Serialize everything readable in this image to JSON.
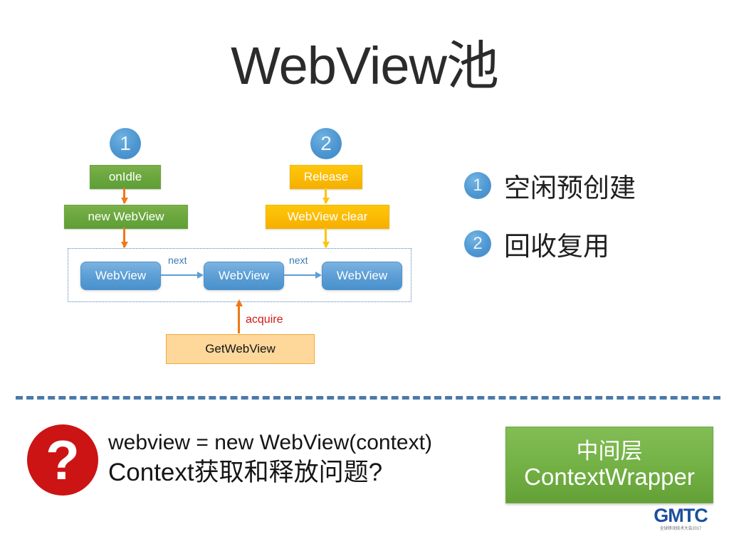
{
  "slide": {
    "title": "WebView池"
  },
  "diagram": {
    "steps": [
      {
        "number": "1",
        "boxes": [
          "onIdle",
          "new WebView"
        ]
      },
      {
        "number": "2",
        "boxes": [
          "Release",
          "WebView clear"
        ]
      }
    ],
    "step1_circle": "1",
    "step2_circle": "2",
    "box_onidle": "onIdle",
    "box_new_webview": "new WebView",
    "box_release": "Release",
    "box_webview_clear": "WebView clear",
    "pool_nodes": [
      "WebView",
      "WebView",
      "WebView"
    ],
    "next_label_1": "next",
    "next_label_2": "next",
    "acquire_label": "acquire",
    "box_getwebview": "GetWebView"
  },
  "legend": {
    "items": [
      {
        "number": "1",
        "label": "空闲预创建"
      },
      {
        "number": "2",
        "label": "回收复用"
      }
    ]
  },
  "bottom": {
    "question_icon": "?",
    "line_1": "webview = new WebView(context)",
    "line_2": "Context获取和释放问题?",
    "callout_line_1": "中间层",
    "callout_line_2": "ContextWrapper"
  },
  "branding": {
    "logo_mark": "GMTC",
    "logo_sub": "全球移动技术大会2017"
  },
  "colors": {
    "green": "#6aa73e",
    "gold": "#fbbc05",
    "blue": "#5d9fd6",
    "orange_arrow": "#f07818",
    "acquire_red": "#d01818",
    "light_orange": "#fdd89a",
    "divider_blue": "#4a7aab",
    "question_red": "#cc1414",
    "logo_blue": "#1a4f9c"
  }
}
